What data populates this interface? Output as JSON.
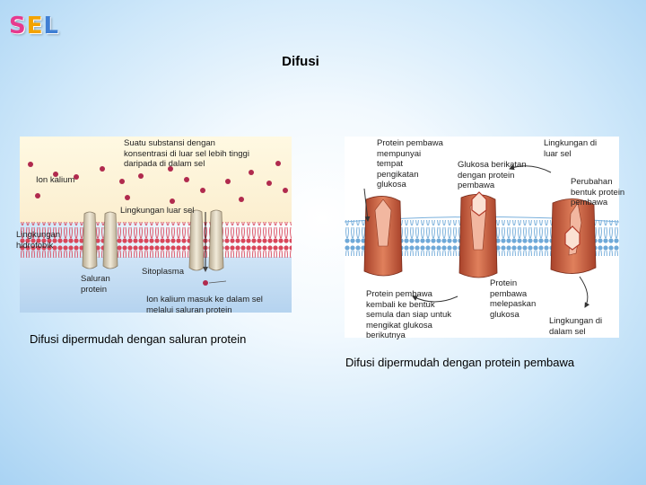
{
  "logo": {
    "letters": [
      "S",
      "E",
      "L"
    ],
    "colors": [
      "#e63a8e",
      "#f4a300",
      "#3f7fd4"
    ]
  },
  "slide_title": "Difusi",
  "left": {
    "label_substance": "Suatu substansi dengan konsentrasi di luar sel lebih tinggi daripada di dalam sel",
    "label_ion": "Ion kalium",
    "label_outside": "Lingkungan luar sel",
    "label_hydrophobic": "Lingkungan hidrofobik",
    "label_channel": "Saluran protein",
    "label_cytoplasm": "Sitoplasma",
    "label_ion_enter": "Ion kalium masuk ke dalam sel melalui saluran protein",
    "caption": "Difusi dipermudah dengan saluran protein"
  },
  "right": {
    "label_carrier_site": "Protein pembawa mempunyai tempat pengikatan glukosa",
    "label_glucose_bind": "Glukosa berikatan dengan protein pembawa",
    "label_outside": "Lingkungan di luar sel",
    "label_shape_change": "Perubahan bentuk protein pembawa",
    "label_return": "Protein pembawa kembali ke bentuk semula dan siap untuk mengikat glukosa berikutnya",
    "label_release": "Protein pembawa melepaskan glukosa",
    "label_inside": "Lingkungan di dalam sel",
    "caption": "Difusi dipermudah dengan protein pembawa"
  }
}
